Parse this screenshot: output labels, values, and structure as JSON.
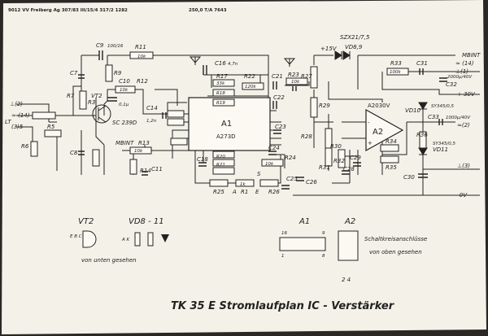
{
  "header": {
    "left": "9012 VV Freiberg Ag 307/83 III/15/4 317/2 1282",
    "right": "250,0 T/A 7643"
  },
  "title": "TK 35 E  Stromlaufplan IC - Verstärker",
  "ic_a1": {
    "name": "A1",
    "part": "A273D"
  },
  "ic_a2": {
    "name": "A2",
    "part": "A2030V"
  },
  "supply": {
    "plus15": "+15V",
    "plus30": "+ 30V",
    "minus": "- 0V",
    "zener": "SZX21/7,5"
  },
  "ports": {
    "mbint_top": "MBINT",
    "mbint_mid": "MBINT",
    "out_1": "⊥(1)",
    "out_2": "≈(2)",
    "out_3": "⊥(3)",
    "out_14": "≈ (14)",
    "lt": "LT"
  },
  "inputs": {
    "in2": "⊥(2)",
    "in14": "≈ (14)",
    "in35": "(3)5"
  },
  "components": {
    "C9": "C9",
    "C9v": "100/16",
    "R11": "R11",
    "R11v": "10k",
    "R9": "R9",
    "C7": "C7",
    "R7": "R7",
    "R6": "R6",
    "R5": "R5",
    "R3": "R3",
    "C8": "C8",
    "VT2": "VT2",
    "VT2p": "SC 239D",
    "C10": "C10",
    "C10v": "0,1μ",
    "R12": "R12",
    "R12v": "10k",
    "C14": "C14",
    "C14v": "1,2n",
    "R13": "R13",
    "R13v": "10k",
    "R14": "R14",
    "C11": "C11",
    "C16": "C16",
    "C16v": "4,7n",
    "R17": "R17",
    "R17v": "33k",
    "R18": "R18",
    "R19": "R19",
    "R22": "R22",
    "R22v": "120k",
    "C21": "C21",
    "R23": "R23",
    "R23v": "10k",
    "C22": "C22",
    "C18": "C18",
    "R20": "R20",
    "R21": "R21",
    "C24": "C24",
    "R24": "R24",
    "R24v": "10k",
    "R25": "R25",
    "R1": "R1",
    "R26": "R26",
    "R1v": "1k",
    "C25": "C25",
    "C26": "C26",
    "C23": "C23",
    "R27": "R27",
    "R28": "R28",
    "R29": "R29",
    "R30": "R30",
    "R31": "R31",
    "R32": "R32",
    "C28": "C28",
    "C29": "C29",
    "R34": "R34",
    "R35": "R35",
    "VD8": "VD8,9",
    "R33": "R33",
    "R33v": "100k",
    "C31": "C31",
    "C32": "C32",
    "C32v": "2000μ/40V",
    "VD10": "VD10",
    "VD10p": "SY345/0,5",
    "C33": "C33",
    "C33v": "1000μ/40V",
    "R36": "R36",
    "VD11": "VD11",
    "VD11p": "SY345/0,5",
    "C30": "C30"
  },
  "pins": {
    "a": "A",
    "e": "E",
    "s": "S"
  },
  "legend": {
    "vt2": "VT2",
    "vt2_pins": "E B C",
    "vd": "VD8 - 11",
    "vd_pins": "A K",
    "a1": "A1",
    "a1_pin16": "16",
    "a1_pin9": "9",
    "a1_pin1": "1",
    "a1_pin8": "8",
    "a2": "A2",
    "a2_pins": "2 4",
    "note_bottom": "von unten gesehen",
    "note_top_1": "Schaltkreisanschlüsse",
    "note_top_2": "von oben gesehen"
  },
  "colors": {
    "paper": "#f4f1e8",
    "ink": "#222222",
    "background": "#2a2825"
  }
}
